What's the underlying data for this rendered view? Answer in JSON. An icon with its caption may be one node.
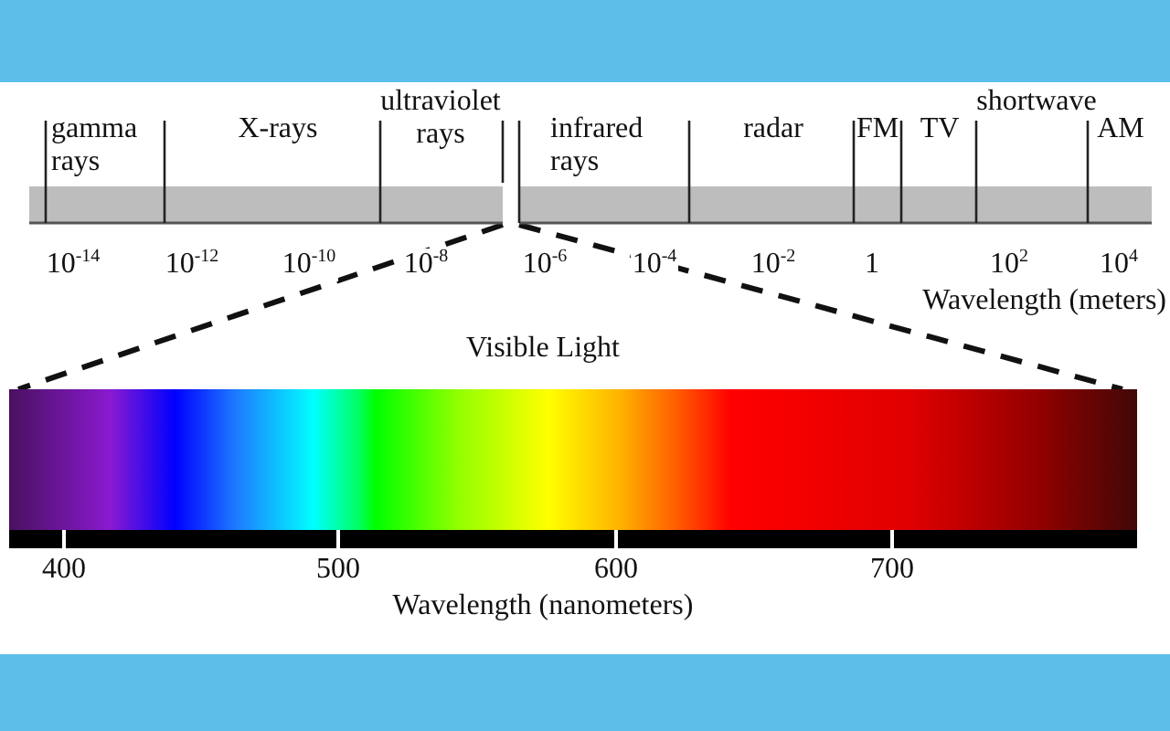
{
  "diagram": {
    "nodes": [
      {
        "text": [],
        "shape": "bar"
      },
      {
        "text": [],
        "shape": "bar"
      }
    ],
    "edges": [
      {
        "from": 0,
        "to": 1,
        "arrow": "none",
        "style": "dashed"
      },
      {
        "from": 0,
        "to": 1,
        "arrow": "none",
        "style": "dashed"
      }
    ],
    "labels": [
      "gamma rays",
      "X-rays",
      "ultraviolet rays",
      "infrared rays",
      "radar",
      "FM",
      "TV",
      "shortwave",
      "AM",
      "10$^{-14}$",
      "10$^{-12}$",
      "10$^{-10}$",
      "10$^{-8}$",
      "10$^{-6}$",
      "10$^{-4}$",
      "10$^{-2}$",
      "1",
      "10$^{2}$",
      "10$^{4}$",
      "Wavelength (meters)",
      "Visible Light",
      "400",
      "500",
      "600",
      "700",
      "Wavelength (nanometers)"
    ]
  }
}
